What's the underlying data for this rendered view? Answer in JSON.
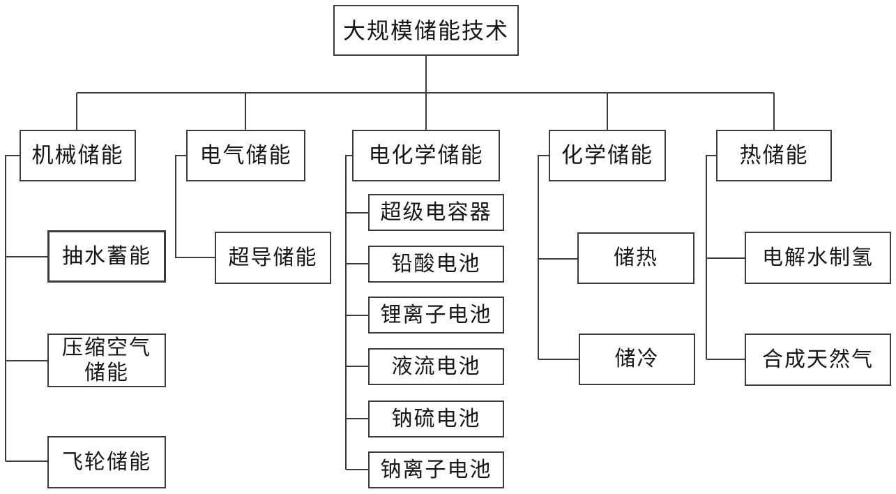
{
  "diagram": {
    "type": "tree",
    "colors": {
      "line": "#3b3b3b",
      "box_border": "#3b3b3b",
      "box_fill": "#ffffff",
      "text": "#161616",
      "background": "#ffffff"
    },
    "root": {
      "label": "大规模储能技术"
    },
    "branches": [
      {
        "label": "机械储能",
        "children": [
          {
            "label": "抽水蓄能"
          },
          {
            "label": "压缩空气\n储能"
          },
          {
            "label": "飞轮储能"
          }
        ]
      },
      {
        "label": "电气储能",
        "children": [
          {
            "label": "超导储能"
          }
        ]
      },
      {
        "label": "电化学储能",
        "children": [
          {
            "label": "超级电容器"
          },
          {
            "label": "铅酸电池"
          },
          {
            "label": "锂离子电池"
          },
          {
            "label": "液流电池"
          },
          {
            "label": "钠硫电池"
          },
          {
            "label": "钠离子电池"
          }
        ]
      },
      {
        "label": "化学储能",
        "children": [
          {
            "label": "储热"
          },
          {
            "label": "储冷"
          }
        ]
      },
      {
        "label": "热储能",
        "children": [
          {
            "label": "电解水制氢"
          },
          {
            "label": "合成天然气"
          }
        ]
      }
    ]
  }
}
